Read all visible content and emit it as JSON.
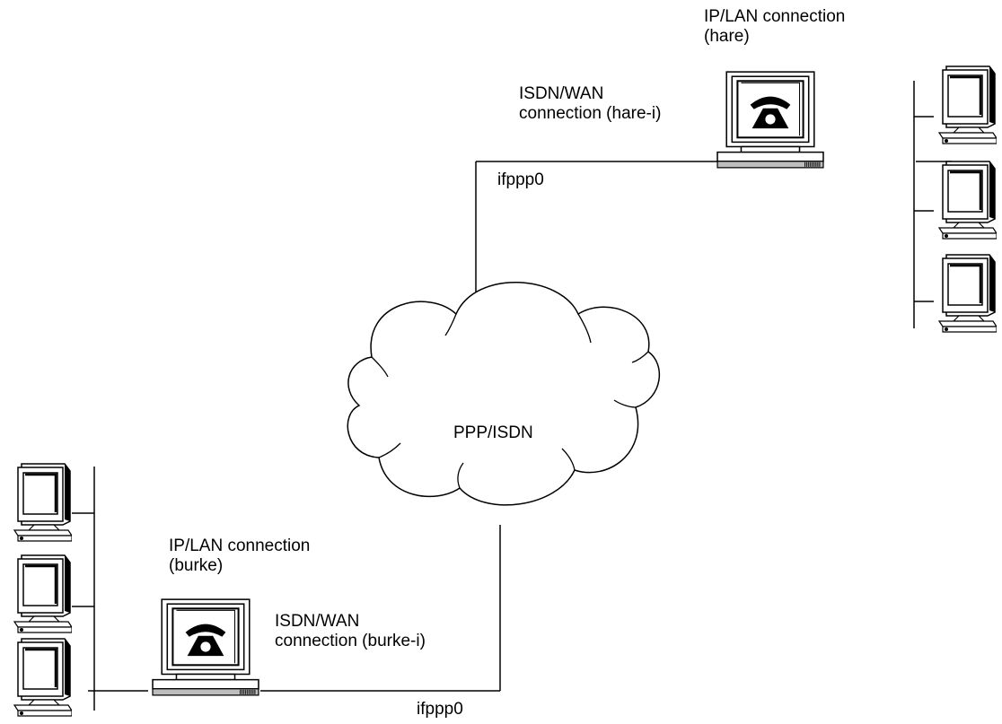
{
  "labels": {
    "hare_lan": [
      "IP/LAN connection",
      "(hare)"
    ],
    "hare_wan": [
      "ISDN/WAN",
      "connection (hare-i)"
    ],
    "hare_iface": "ifppp0",
    "cloud": "PPP/ISDN",
    "burke_lan": [
      "IP/LAN connection",
      "(burke)"
    ],
    "burke_wan": [
      "ISDN/WAN",
      "connection (burke-i)"
    ],
    "burke_iface": "ifppp0"
  },
  "icons": {
    "router": "isdn-router-icon",
    "workstation": "workstation-icon",
    "cloud": "cloud-icon"
  },
  "colors": {
    "line": "#000000",
    "background": "#ffffff",
    "screen_shade": "#e8e8e8"
  }
}
